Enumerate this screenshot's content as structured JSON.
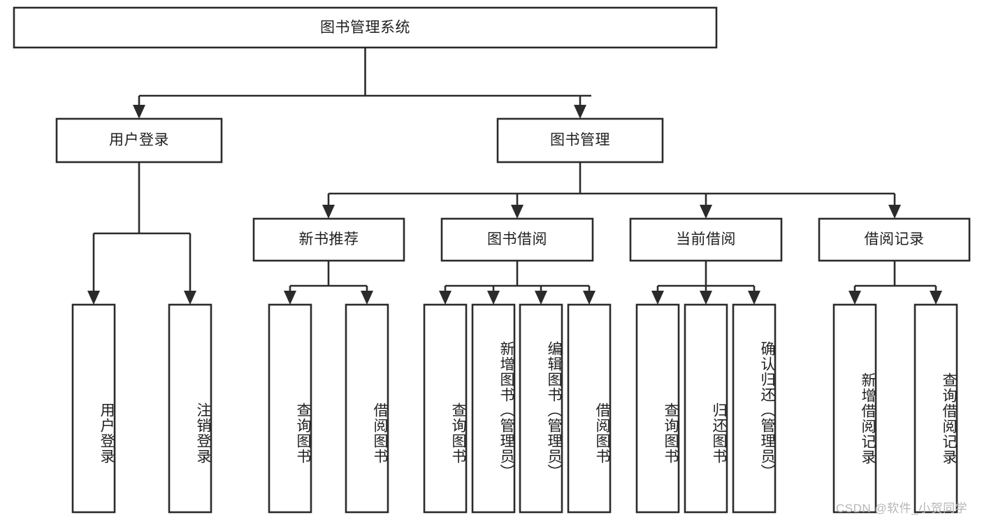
{
  "diagram": {
    "title": "图书管理系统",
    "type": "tree-hierarchy",
    "stroke_color": "#2b2b2b",
    "fill_color": "#ffffff",
    "text_color": "#1f1f1f",
    "watermark": "CSDN @软件_小贺同学",
    "root": {
      "label": "图书管理系统"
    },
    "level1": [
      {
        "label": "用户登录"
      },
      {
        "label": "图书管理"
      }
    ],
    "level2": [
      {
        "label": "新书推荐"
      },
      {
        "label": "图书借阅"
      },
      {
        "label": "当前借阅"
      },
      {
        "label": "借阅记录"
      }
    ],
    "leaves": {
      "user_login": [
        {
          "label": "用户登录"
        },
        {
          "label": "注销登录"
        }
      ],
      "new_book_recommend": [
        {
          "label": "查询图书"
        },
        {
          "label": "借阅图书"
        }
      ],
      "book_borrow": [
        {
          "label": "查询图书"
        },
        {
          "label": "新增图书（管理员）"
        },
        {
          "label": "编辑图书（管理员）"
        },
        {
          "label": "借阅图书"
        }
      ],
      "current_borrow": [
        {
          "label": "查询图书"
        },
        {
          "label": "归还图书"
        },
        {
          "label": "确认归还（管理员）"
        }
      ],
      "borrow_record": [
        {
          "label": "新增借阅记录"
        },
        {
          "label": "查询借阅记录"
        }
      ]
    }
  }
}
